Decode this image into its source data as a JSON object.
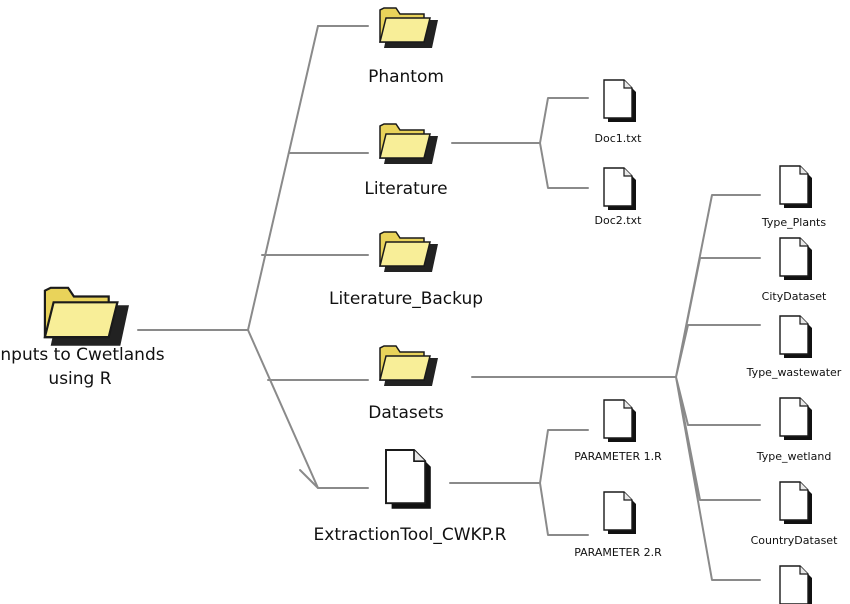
{
  "root": {
    "line1": "Inputs to Cwetlands",
    "line2": "using R",
    "icon": "folder-icon"
  },
  "children": [
    {
      "label": "Phantom",
      "icon": "folder-icon"
    },
    {
      "label": "Literature",
      "icon": "folder-icon",
      "files": [
        {
          "label": "Doc1.txt",
          "icon": "file-icon"
        },
        {
          "label": "Doc2.txt",
          "icon": "file-icon"
        }
      ]
    },
    {
      "label": "Literature_Backup",
      "icon": "folder-icon"
    },
    {
      "label": "Datasets",
      "icon": "folder-icon",
      "files": [
        {
          "label": "Type_Plants",
          "icon": "file-icon"
        },
        {
          "label": "CityDataset",
          "icon": "file-icon"
        },
        {
          "label": "Type_wastewater",
          "icon": "file-icon"
        },
        {
          "label": "Type_wetland",
          "icon": "file-icon"
        },
        {
          "label": "CountryDataset",
          "icon": "file-icon"
        },
        {
          "label": "",
          "icon": "file-icon"
        }
      ]
    },
    {
      "label": "ExtractionTool_CWKP.R",
      "icon": "file-icon",
      "files": [
        {
          "label": "PARAMETER 1.R",
          "icon": "file-icon"
        },
        {
          "label": "PARAMETER 2.R",
          "icon": "file-icon"
        }
      ]
    }
  ],
  "colors": {
    "folder_fill": "#f2e27a",
    "folder_front": "#f9ef9a",
    "folder_outline": "#1a1a1a",
    "line": "#8a8a8a"
  }
}
